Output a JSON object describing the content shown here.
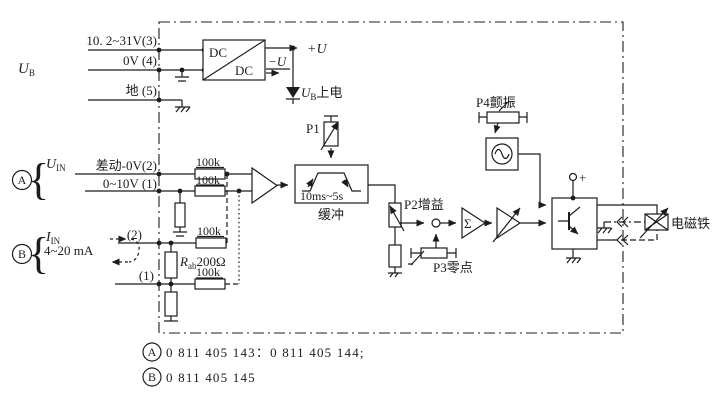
{
  "colors": {
    "ink": "#1c1c1c",
    "background": "#ffffff"
  },
  "diagram": {
    "power": {
      "ub": {
        "main": "U",
        "sub": "B"
      },
      "line3": "10. 2~31V(3)",
      "line4": "0V (4)",
      "line5": "地 (5)",
      "dc_top": "DC",
      "dc_bottom": "DC",
      "plus_u": "+U",
      "minus_u": "−U",
      "power_on": {
        "main": "U",
        "sub": "B",
        "rest": "上电"
      }
    },
    "input_a": {
      "badge": "A",
      "brace": "{",
      "uin": {
        "main": "U",
        "sub": "IN"
      },
      "line2": "差动-0V(2)",
      "line1": "0~10V (1)",
      "r_top": "100k",
      "r_bottom": "100k"
    },
    "input_b": {
      "badge": "B",
      "brace": "{",
      "iin": {
        "main": "I",
        "sub": "IN"
      },
      "range": "4~20 mA",
      "line2": "(2)",
      "line1": "(1)",
      "rab": {
        "main": "R",
        "sub": "ab",
        "value": "200Ω"
      },
      "r_top": "100k",
      "r_bottom": "100k"
    },
    "ramp": {
      "p1": "P1",
      "time": "10ms~5s",
      "caption": "缓冲"
    },
    "p2_label": "P2增益",
    "p3_label": "P3零点",
    "p4_label": "P4颤振",
    "sum": "Σ",
    "out_plus": "+",
    "solenoid": "电磁铁",
    "footer": {
      "a_badge": "A",
      "a_codes": "0 811 405 143：0 811 405 144;",
      "b_badge": "B",
      "b_codes": "0 811 405 145"
    }
  }
}
